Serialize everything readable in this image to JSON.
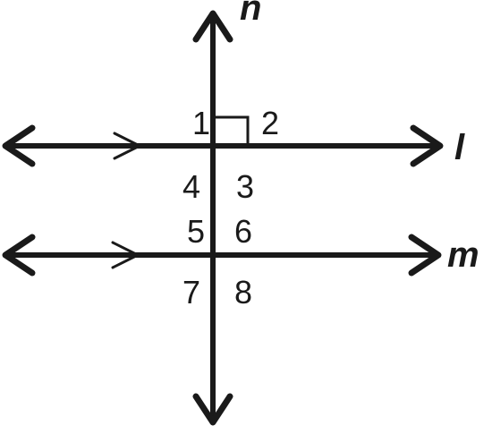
{
  "lines": {
    "n": "n",
    "l": "l",
    "m": "m"
  },
  "angles": {
    "a1": "1",
    "a2": "2",
    "a3": "3",
    "a4": "4",
    "a5": "5",
    "a6": "6",
    "a7": "7",
    "a8": "8"
  },
  "colors": {
    "stroke": "#1a1a1a",
    "background": "#ffffff"
  }
}
